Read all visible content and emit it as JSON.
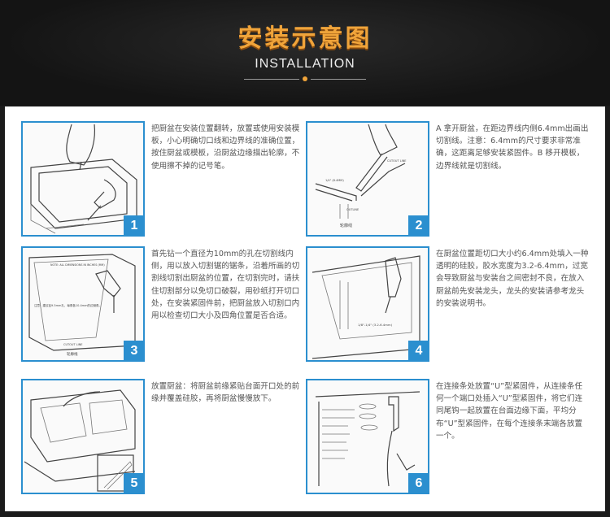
{
  "header": {
    "title_cn": "安装示意图",
    "title_en": "INSTALLATION"
  },
  "colors": {
    "background": "#1b1b1b",
    "title_accent": "#f0a43a",
    "frame_blue": "#2b8fcf",
    "panel": "#ffffff",
    "text": "#555555"
  },
  "steps": [
    {
      "number": "1",
      "text": "把厨盆在安装位置翻转，放置或使用安装模板，小心明确切口线和边界线的准确位置，按住厨盆或模板，沿厨盆边缘描出轮廓，不使用擦不掉的记号笔。",
      "icon": "hand-tracing-outline-illustration"
    },
    {
      "number": "2",
      "text": "A 拿开厨盆，在距边界线内侧6.4mm出画出切割线。注意：6.4mm的尺寸要求非常准确，这距离足够安装紧固件。B 移开模板，边界线就是切割线。",
      "icon": "cut-line-measure-illustration",
      "labels": {
        "cutout_line": "CUTOUT LINE",
        "dimension": "1/4\" (6.4MM)",
        "outline": "OUTLINE",
        "outline_cn": "轮廓线"
      }
    },
    {
      "number": "3",
      "text": "首先钻一个直径为10mm的孔在切割线内侧，用以放入切割锯的锯条，沿着所画的切割线切割出厨盆的位置，在切割完时，请扶住切割部分以免切口破裂，用砂纸打开切口处，在安装紧固件前，把厨盆放入切割口内用以检查切口大小及四角位置是否合适。",
      "icon": "drill-and-saw-illustration",
      "labels": {
        "note_en": "NOTE: ALL DIMENSIONS IN INCHES (MM)",
        "note_cn": "注意：建议钻9.5mm孔，每角各10.4mm的边倒角。",
        "cutout": "CUTOUT LINE",
        "outline_cn": "轮廓线"
      }
    },
    {
      "number": "4",
      "text": "在厨盆位置距切口大小约6.4mm处填入一种透明的硅胶，胶水宽度为3.2-6.4mm，过宽会导致厨盆与安装台之间密封不良，在放入厨盆前先安装龙头，龙头的安装请参考龙头的安装说明书。",
      "icon": "sealant-gun-illustration",
      "labels": {
        "dimension": "1/8\"-1/4\" (3.2-6.4mm)"
      }
    },
    {
      "number": "5",
      "text": "放置厨盆：将厨盆前缘紧贴台面开口处的前缘并覆盖硅胶，再将厨盆慢慢放下。",
      "icon": "place-sink-illustration"
    },
    {
      "number": "6",
      "text": "在连接条处放置“U”型紧固件，从连接条任何一个端口处插入“U”型紧固件，将它们连同尾钩一起放置在台面边缘下面，平均分布“U”型紧固件，在每个连接条末端各放置一个。",
      "icon": "u-clip-fastener-illustration"
    }
  ]
}
